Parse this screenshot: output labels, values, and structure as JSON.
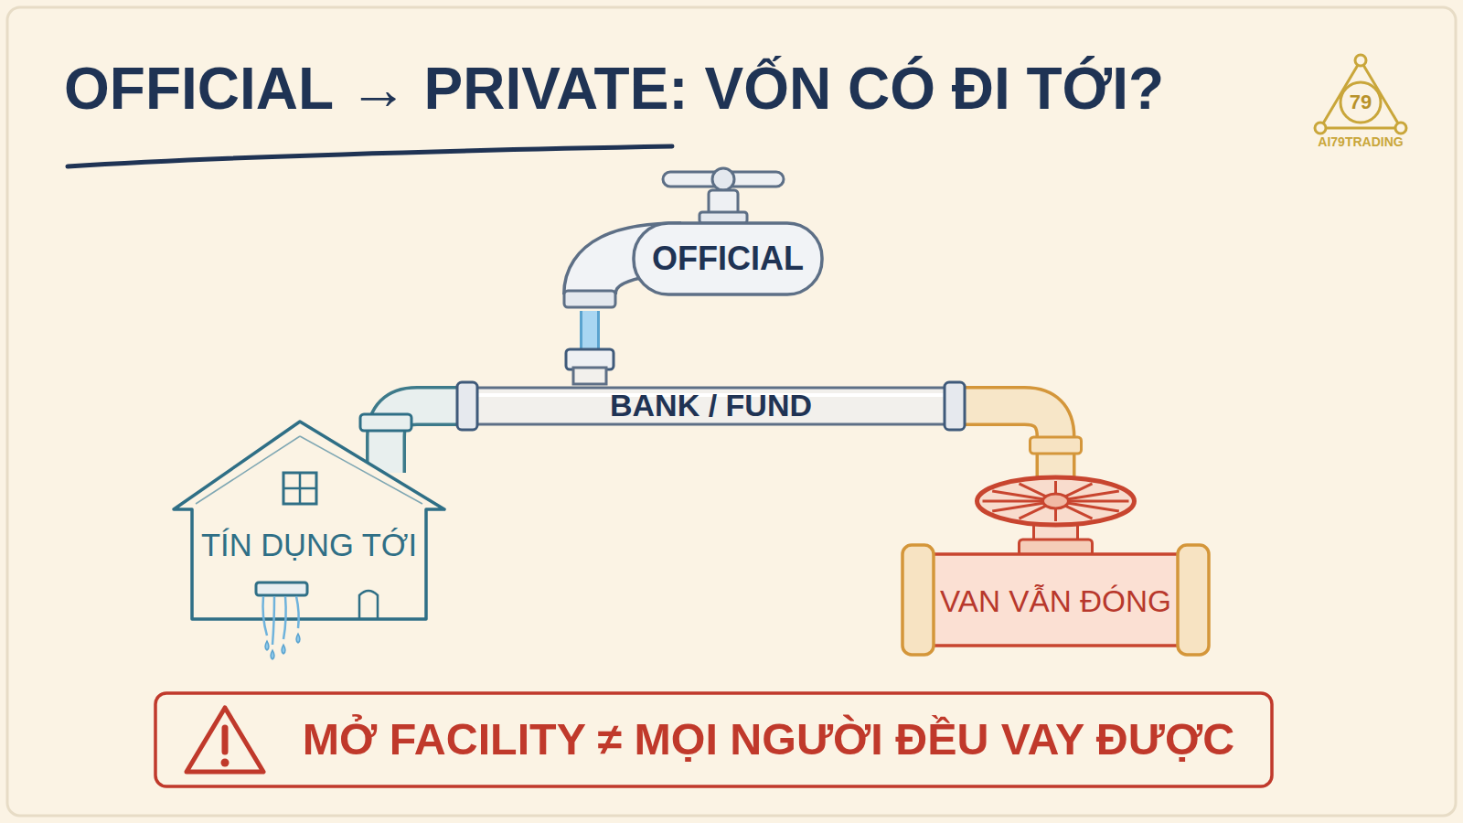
{
  "diagram": {
    "title": "OFFICIAL → PRIVATE: VỐN CÓ ĐI TỚI?",
    "nodes": [
      {
        "text": [
          "OFFICIAL"
        ]
      },
      {
        "text": [
          "BANK / FUND"
        ]
      },
      {
        "text": [
          "TÍN DỤNG TỚI"
        ]
      },
      {
        "text": [
          "VAN VẪN ĐÓNG"
        ]
      },
      {
        "text": [
          "MỞ FACILITY ≠ MỌI NGƯỜI ĐỀU VAY ĐƯỢC"
        ]
      }
    ],
    "edges": [
      {
        "from": 0,
        "to": 1,
        "arrow": "none"
      },
      {
        "from": 1,
        "to": 2,
        "arrow": "none"
      },
      {
        "from": 1,
        "to": 3,
        "arrow": "none"
      }
    ],
    "labels": [
      "79",
      "AI79TRADING"
    ]
  }
}
